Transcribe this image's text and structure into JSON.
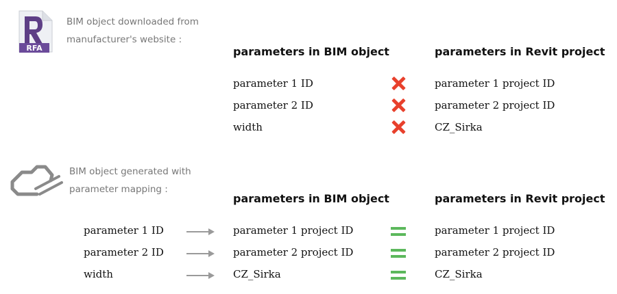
{
  "section1": {
    "icon_label": "RFA",
    "caption_line1": "BIM object downloaded from",
    "caption_line2": "manufacturer's website :",
    "header_left": "parameters in BIM object",
    "header_right": "parameters in Revit project",
    "rows": [
      {
        "bim": "parameter 1 ID",
        "revit": "parameter 1 project ID"
      },
      {
        "bim": "parameter 2 ID",
        "revit": "parameter 2 project ID"
      },
      {
        "bim": "width",
        "revit": "CZ_Sirka"
      }
    ]
  },
  "section2": {
    "caption_line1": "BIM object generated with",
    "caption_line2": "parameter mapping :",
    "header_left": "parameters in BIM object",
    "header_right": "parameters in Revit project",
    "rows": [
      {
        "source": "parameter 1 ID",
        "bim": "parameter 1 project ID",
        "revit": "parameter 1 project ID"
      },
      {
        "source": "parameter 2 ID",
        "bim": "parameter 2 project ID",
        "revit": "parameter 2 project ID"
      },
      {
        "source": "width",
        "bim": "CZ_Sirka",
        "revit": "CZ_Sirka"
      }
    ]
  },
  "colors": {
    "mismatch": "#e8402c",
    "match": "#5cb85c",
    "caption": "#777777"
  },
  "icons": {
    "file": "revit-rfa-file-icon",
    "mismatch": "red-x-icon",
    "match": "green-equals-icon",
    "mapping": "cloud-mapping-icon",
    "arrow": "arrow-right-icon"
  }
}
